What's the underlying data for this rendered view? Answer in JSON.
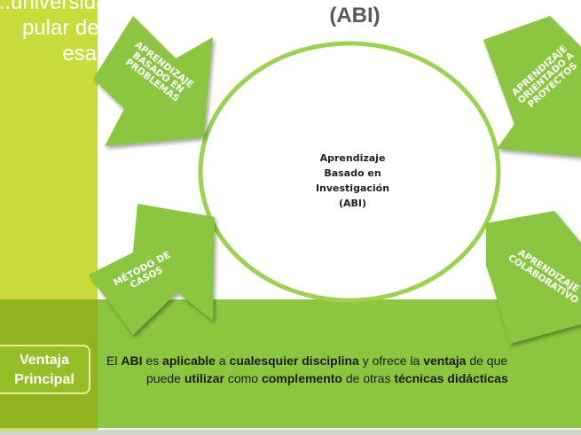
{
  "sidebar": {
    "title": "...universidad\npular del\nesar"
  },
  "header": {
    "title": "(ABI)"
  },
  "diagram": {
    "center_label": "Aprendizaje\nBasado en\nInvestigación\n(ABI)",
    "arrows": {
      "top_left": "APRENDIZAJE\nBASADO EN\nPROBLEMAS",
      "top_right": "APRENDIZAJE\nORIENTADO A\nPROYECTOS",
      "bottom_left": "MÉTODO DE\nCASOS",
      "bottom_right": "APRENDIZAJE\nCOLABORATIVO"
    },
    "colors": {
      "arrow": "#8cc63f",
      "circle_border": "#9bd34a",
      "sidebar_light": "#c9dc3c",
      "sidebar_dark": "#8fb41f",
      "band": "#8cc63f"
    }
  },
  "footer": {
    "badge": "Ventaja\nPrincipal",
    "sentence": {
      "p1": "El ",
      "p2": "ABI",
      "p3": "  es ",
      "p4": "aplicable",
      "p5": " a ",
      "p6": "cualesquier disciplina",
      "p7": " y ofrece la ",
      "p8": "ventaja",
      "p9": " de que",
      "p10": "puede ",
      "p11": "utilizar",
      "p12": " como ",
      "p13": "complemento",
      "p14": " de otras ",
      "p15": "técnicas didácticas"
    }
  }
}
